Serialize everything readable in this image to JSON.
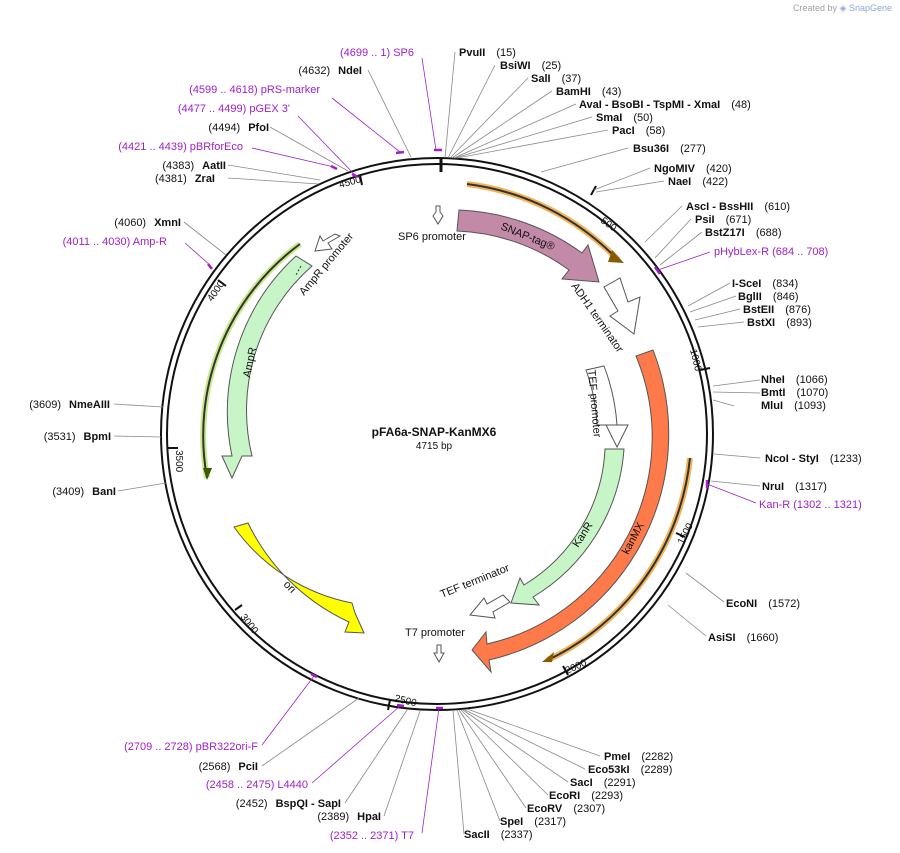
{
  "credit": {
    "prefix": "Created by",
    "brand": "SnapGene"
  },
  "title": "pFA6a-SNAP-KanMX6",
  "length_label": "4715 bp",
  "ticks": [
    "500",
    "1000",
    "1500",
    "2000",
    "2500",
    "3000",
    "3500",
    "4000",
    "4500"
  ],
  "features": [
    {
      "label": "SNAP-tag®",
      "color": "#c28aa7"
    },
    {
      "label": "ADH1 terminator",
      "color": "#ffffff"
    },
    {
      "label": "TEF promoter",
      "color": "#ffffff"
    },
    {
      "label": "KanR",
      "color": "#c8f5c8"
    },
    {
      "label": "kanMX",
      "color": "#ff7a4a"
    },
    {
      "label": "TEF terminator",
      "color": "#ffffff"
    },
    {
      "label": "T7 promoter",
      "color": "#ffffff"
    },
    {
      "label": "ori",
      "color": "#ffff00"
    },
    {
      "label": "AmpR",
      "color": "#c8f5c8"
    },
    {
      "label": "AmpR promoter",
      "color": "#ffffff"
    },
    {
      "label": "SP6 promoter",
      "color": "#ffffff"
    }
  ],
  "sites_right": [
    {
      "name": "PvuII",
      "pos": "(15)"
    },
    {
      "name": "BsiWI",
      "pos": "(25)"
    },
    {
      "name": "SalI",
      "pos": "(37)"
    },
    {
      "name": "BamHI",
      "pos": "(43)"
    },
    {
      "name": "AvaI - BsoBI - TspMI - XmaI",
      "pos": "(48)"
    },
    {
      "name": "SmaI",
      "pos": "(50)"
    },
    {
      "name": "PacI",
      "pos": "(58)"
    },
    {
      "name": "Bsu36I",
      "pos": "(277)"
    },
    {
      "name": "NgoMIV",
      "pos": "(420)"
    },
    {
      "name": "NaeI",
      "pos": "(422)"
    },
    {
      "name": "AscI - BssHII",
      "pos": "(610)"
    },
    {
      "name": "PsiI",
      "pos": "(671)"
    },
    {
      "name": "BstZ17I",
      "pos": "(688)"
    },
    {
      "name": "I-SceI",
      "pos": "(834)"
    },
    {
      "name": "BglII",
      "pos": "(846)"
    },
    {
      "name": "BstEII",
      "pos": "(876)"
    },
    {
      "name": "BstXI",
      "pos": "(893)"
    },
    {
      "name": "NheI",
      "pos": "(1066)"
    },
    {
      "name": "BmtI",
      "pos": "(1070)"
    },
    {
      "name": "MluI",
      "pos": "(1093)"
    },
    {
      "name": "NcoI - StyI",
      "pos": "(1233)"
    },
    {
      "name": "NruI",
      "pos": "(1317)"
    },
    {
      "name": "EcoNI",
      "pos": "(1572)"
    },
    {
      "name": "AsiSI",
      "pos": "(1660)"
    },
    {
      "name": "PmeI",
      "pos": "(2282)"
    },
    {
      "name": "Eco53kI",
      "pos": "(2289)"
    },
    {
      "name": "SacI",
      "pos": "(2291)"
    },
    {
      "name": "EcoRI",
      "pos": "(2293)"
    },
    {
      "name": "EcoRV",
      "pos": "(2307)"
    },
    {
      "name": "SpeI",
      "pos": "(2317)"
    },
    {
      "name": "SacII",
      "pos": "(2337)"
    }
  ],
  "sites_left": [
    {
      "name": "NdeI",
      "pos": "(4632)"
    },
    {
      "name": "PfoI",
      "pos": "(4494)"
    },
    {
      "name": "AatII",
      "pos": "(4383)"
    },
    {
      "name": "ZraI",
      "pos": "(4381)"
    },
    {
      "name": "XmnI",
      "pos": "(4060)"
    },
    {
      "name": "NmeAIII",
      "pos": "(3609)"
    },
    {
      "name": "BpmI",
      "pos": "(3531)"
    },
    {
      "name": "BanI",
      "pos": "(3409)"
    },
    {
      "name": "PciI",
      "pos": "(2568)"
    },
    {
      "name": "BspQI - SapI",
      "pos": "(2452)"
    },
    {
      "name": "HpaI",
      "pos": "(2389)"
    }
  ],
  "primers": [
    {
      "label": "(4699 .. 1)  SP6"
    },
    {
      "label": "(4599 .. 4618)  pRS-marker"
    },
    {
      "label": "(4477 .. 4499)  pGEX 3'"
    },
    {
      "label": "(4421 .. 4439)  pBRforEco"
    },
    {
      "label": "(4011 .. 4030)  Amp-R"
    },
    {
      "label": "pHybLex-R   (684 .. 708)"
    },
    {
      "label": "Kan-R   (1302 .. 1321)"
    },
    {
      "label": "(2709 .. 2728)  pBR322ori-F"
    },
    {
      "label": "(2458 .. 2475)  L4440"
    },
    {
      "label": "(2352 .. 2371)  T7"
    }
  ],
  "colors": {
    "primer": "#a020c8",
    "backbone": "#111111",
    "leader": "#888888",
    "orange_outline": "#f2b35a"
  }
}
